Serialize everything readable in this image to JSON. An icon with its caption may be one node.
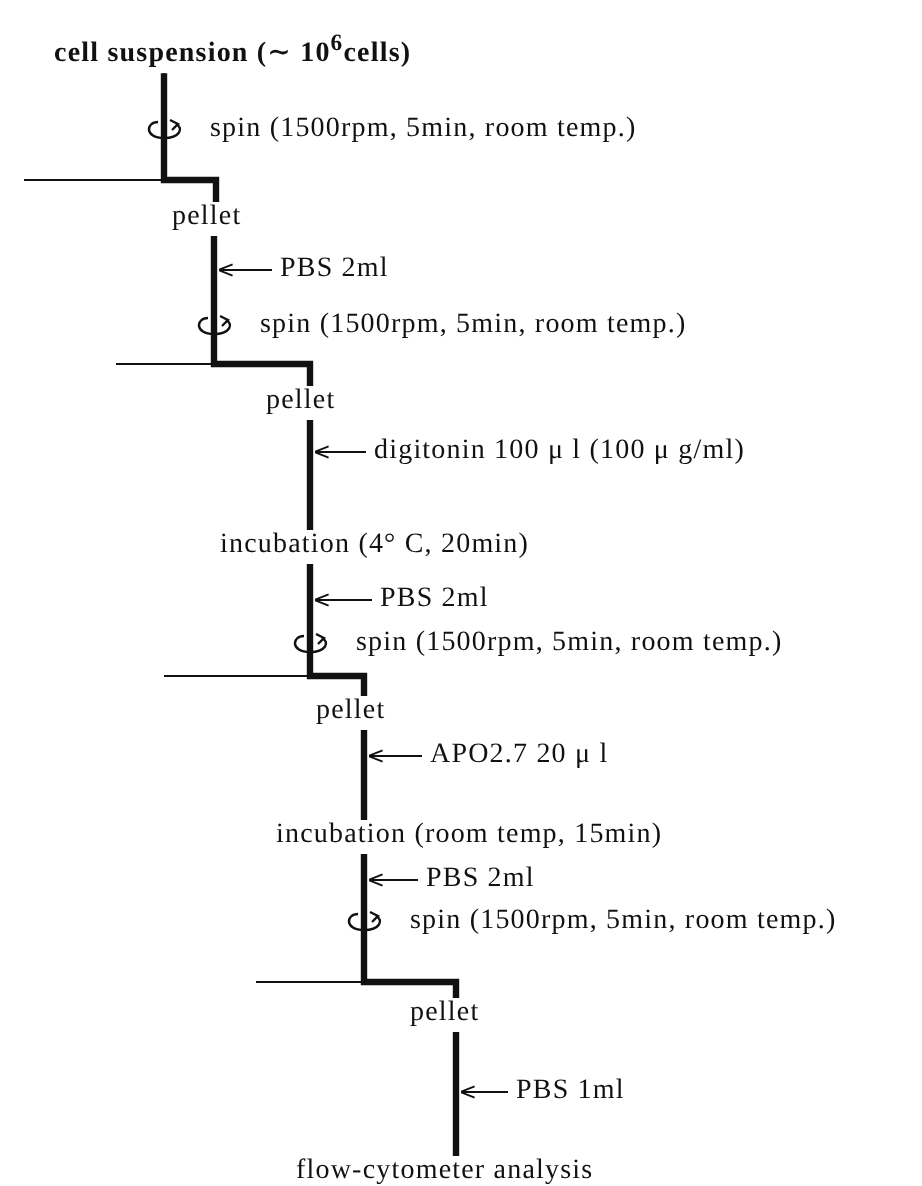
{
  "diagram": {
    "nodes": [
      {
        "text": [
          "cell suspension (∼ 10$^{6}$cells)"
        ]
      },
      {
        "text": [
          "pellet"
        ]
      },
      {
        "text": [
          "PBS 2ml"
        ]
      },
      {
        "text": [
          "pellet"
        ]
      },
      {
        "text": [
          "digitonin 100 μ l (100 μ g/ml)"
        ]
      },
      {
        "text": [
          "incubation (4° C, 20min)"
        ]
      },
      {
        "text": [
          "PBS 2ml"
        ]
      },
      {
        "text": [
          "pellet"
        ]
      },
      {
        "text": [
          "APO2.7 20 μ l"
        ]
      },
      {
        "text": [
          "incubation (room temp, 15min)"
        ]
      },
      {
        "text": [
          "PBS 2ml"
        ]
      },
      {
        "text": [
          "pellet"
        ]
      },
      {
        "text": [
          "PBS 1ml"
        ]
      },
      {
        "text": [
          "flow-cytometer analysis"
        ]
      }
    ],
    "edges": [
      {
        "from": 0,
        "to": 1,
        "arrow": "none",
        "label": "spin (1500rpm, 5min, room temp.)",
        "style": "thick"
      },
      {
        "from": 0,
        "to": null,
        "arrow": "none"
      },
      {
        "from": 2,
        "to": 1,
        "arrow": "to"
      },
      {
        "from": 1,
        "to": 3,
        "arrow": "none",
        "label": "spin (1500rpm, 5min, room temp.)",
        "style": "thick"
      },
      {
        "from": 1,
        "to": null,
        "arrow": "none"
      },
      {
        "from": 4,
        "to": 3,
        "arrow": "to"
      },
      {
        "from": 3,
        "to": 5,
        "arrow": "none",
        "style": "thick"
      },
      {
        "from": 6,
        "to": 5,
        "arrow": "to"
      },
      {
        "from": 5,
        "to": 7,
        "arrow": "none",
        "label": "spin (1500rpm, 5min, room temp.)",
        "style": "thick"
      },
      {
        "from": 5,
        "to": null,
        "arrow": "none"
      },
      {
        "from": 8,
        "to": 7,
        "arrow": "to"
      },
      {
        "from": 7,
        "to": 9,
        "arrow": "none",
        "style": "thick"
      },
      {
        "from": 10,
        "to": 9,
        "arrow": "to"
      },
      {
        "from": 9,
        "to": 11,
        "arrow": "none",
        "label": "spin (1500rpm, 5min, room temp.)",
        "style": "thick"
      },
      {
        "from": 9,
        "to": null,
        "arrow": "none"
      },
      {
        "from": 12,
        "to": 11,
        "arrow": "to"
      },
      {
        "from": 11,
        "to": 13,
        "arrow": "none",
        "style": "thick"
      }
    ]
  }
}
